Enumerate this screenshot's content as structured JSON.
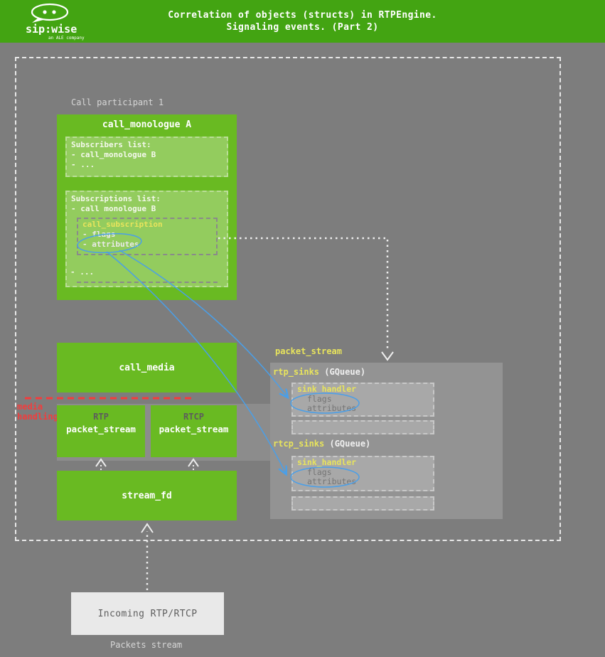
{
  "header": {
    "title_line1": "Correlation of objects (structs) in RTPEngine.",
    "title_line2": "Signaling events. (Part 2)",
    "logo": {
      "brand": "sip:wise",
      "tagline": "an ALE company"
    }
  },
  "labels": {
    "participant": "Call participant 1",
    "media_handling_line1": "media",
    "media_handling_line2": "handling",
    "packets_stream": "Packets stream"
  },
  "call_monologue": {
    "title": "call_monologue A",
    "subscribers_title": "Subscribers list:",
    "subscribers_item1": "- call_monologue B",
    "subscribers_item2": "- ...",
    "subscriptions_title": "Subscriptions list:",
    "subscriptions_item1": "- call monologue B",
    "subscription_box": {
      "title": "call_subscription",
      "flags": "- flags",
      "attributes": "- attributes"
    },
    "subscriptions_ellipsis": "- ..."
  },
  "call_media": {
    "title": "call_media"
  },
  "streams": {
    "rtp_label": "RTP",
    "rtp_title": "packet_stream",
    "rtcp_label": "RTCP",
    "rtcp_title": "packet_stream"
  },
  "stream_fd": {
    "title": "stream_fd"
  },
  "packet_stream_panel": {
    "label": "packet_stream",
    "rtp_sinks_name": "rtp_sinks",
    "rtp_sinks_type": " (GQueue)",
    "rtcp_sinks_name": "rtcp_sinks",
    "rtcp_sinks_type": " (GQueue)",
    "rtp_sink_handler": {
      "title": "sink_handler",
      "flags": "flags",
      "attributes": "attributes"
    },
    "rtcp_sink_handler": {
      "title": "sink_handler",
      "flags": "flags",
      "attributes": "attributes"
    }
  },
  "incoming": {
    "title": "Incoming RTP/RTCP"
  },
  "colors": {
    "header_green": "#43a412",
    "box_green": "#69ba22",
    "inner_green": "#93cc5e",
    "background_gray": "#7d7d7d",
    "panel_gray": "#939393",
    "accent_yellow": "#e8e45c",
    "accent_red": "#f23d3d",
    "arrow_blue": "#4a9fe8"
  }
}
